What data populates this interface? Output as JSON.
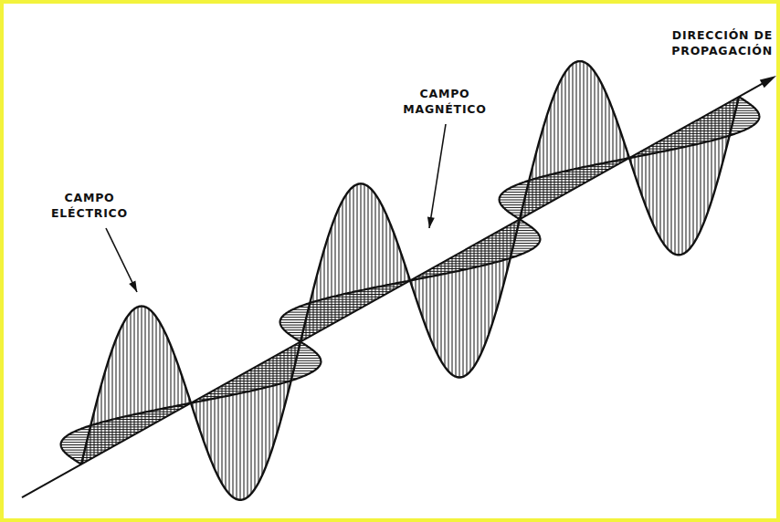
{
  "diagram": {
    "labels": [
      "CAMPO ELÉCTRICO",
      "CAMPO MAGNÉTICO",
      "DIRECCIÓN DE PROPAGACIÓN"
    ]
  }
}
